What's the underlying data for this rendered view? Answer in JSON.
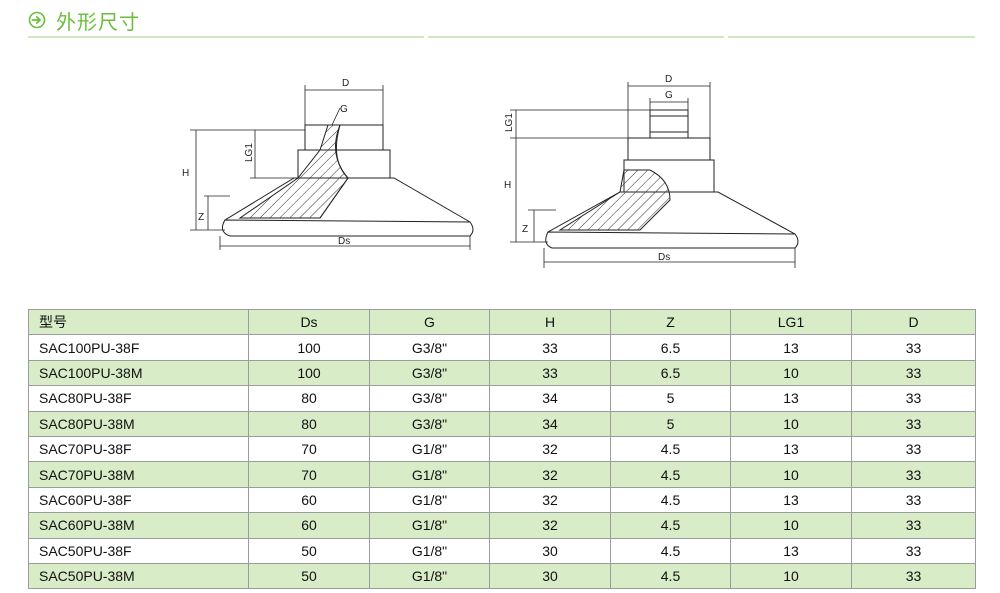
{
  "header": {
    "title": "外形尺寸",
    "accent_color": "#6abf3a",
    "icon": "arrow-right-circle-icon"
  },
  "drawing_left": {
    "labels": {
      "d": "D",
      "g": "G",
      "h": "H",
      "lg1": "LG1",
      "z": "Z",
      "ds": "Ds"
    }
  },
  "drawing_right": {
    "labels": {
      "d": "D",
      "g": "G",
      "h": "H",
      "lg1": "LG1",
      "z": "Z",
      "ds": "Ds"
    }
  },
  "table": {
    "headers": [
      "型号",
      "Ds",
      "G",
      "H",
      "Z",
      "LG1",
      "D"
    ],
    "rows": [
      [
        "SAC100PU-38F",
        "100",
        "G3/8\"",
        "33",
        "6.5",
        "13",
        "33"
      ],
      [
        "SAC100PU-38M",
        "100",
        "G3/8\"",
        "33",
        "6.5",
        "10",
        "33"
      ],
      [
        "SAC80PU-38F",
        "80",
        "G3/8\"",
        "34",
        "5",
        "13",
        "33"
      ],
      [
        "SAC80PU-38M",
        "80",
        "G3/8\"",
        "34",
        "5",
        "10",
        "33"
      ],
      [
        "SAC70PU-38F",
        "70",
        "G1/8\"",
        "32",
        "4.5",
        "13",
        "33"
      ],
      [
        "SAC70PU-38M",
        "70",
        "G1/8\"",
        "32",
        "4.5",
        "10",
        "33"
      ],
      [
        "SAC60PU-38F",
        "60",
        "G1/8\"",
        "32",
        "4.5",
        "13",
        "33"
      ],
      [
        "SAC60PU-38M",
        "60",
        "G1/8\"",
        "32",
        "4.5",
        "10",
        "33"
      ],
      [
        "SAC50PU-38F",
        "50",
        "G1/8\"",
        "30",
        "4.5",
        "13",
        "33"
      ],
      [
        "SAC50PU-38M",
        "50",
        "G1/8\"",
        "30",
        "4.5",
        "10",
        "33"
      ]
    ],
    "alt_row_color": "#d8ecc8"
  }
}
